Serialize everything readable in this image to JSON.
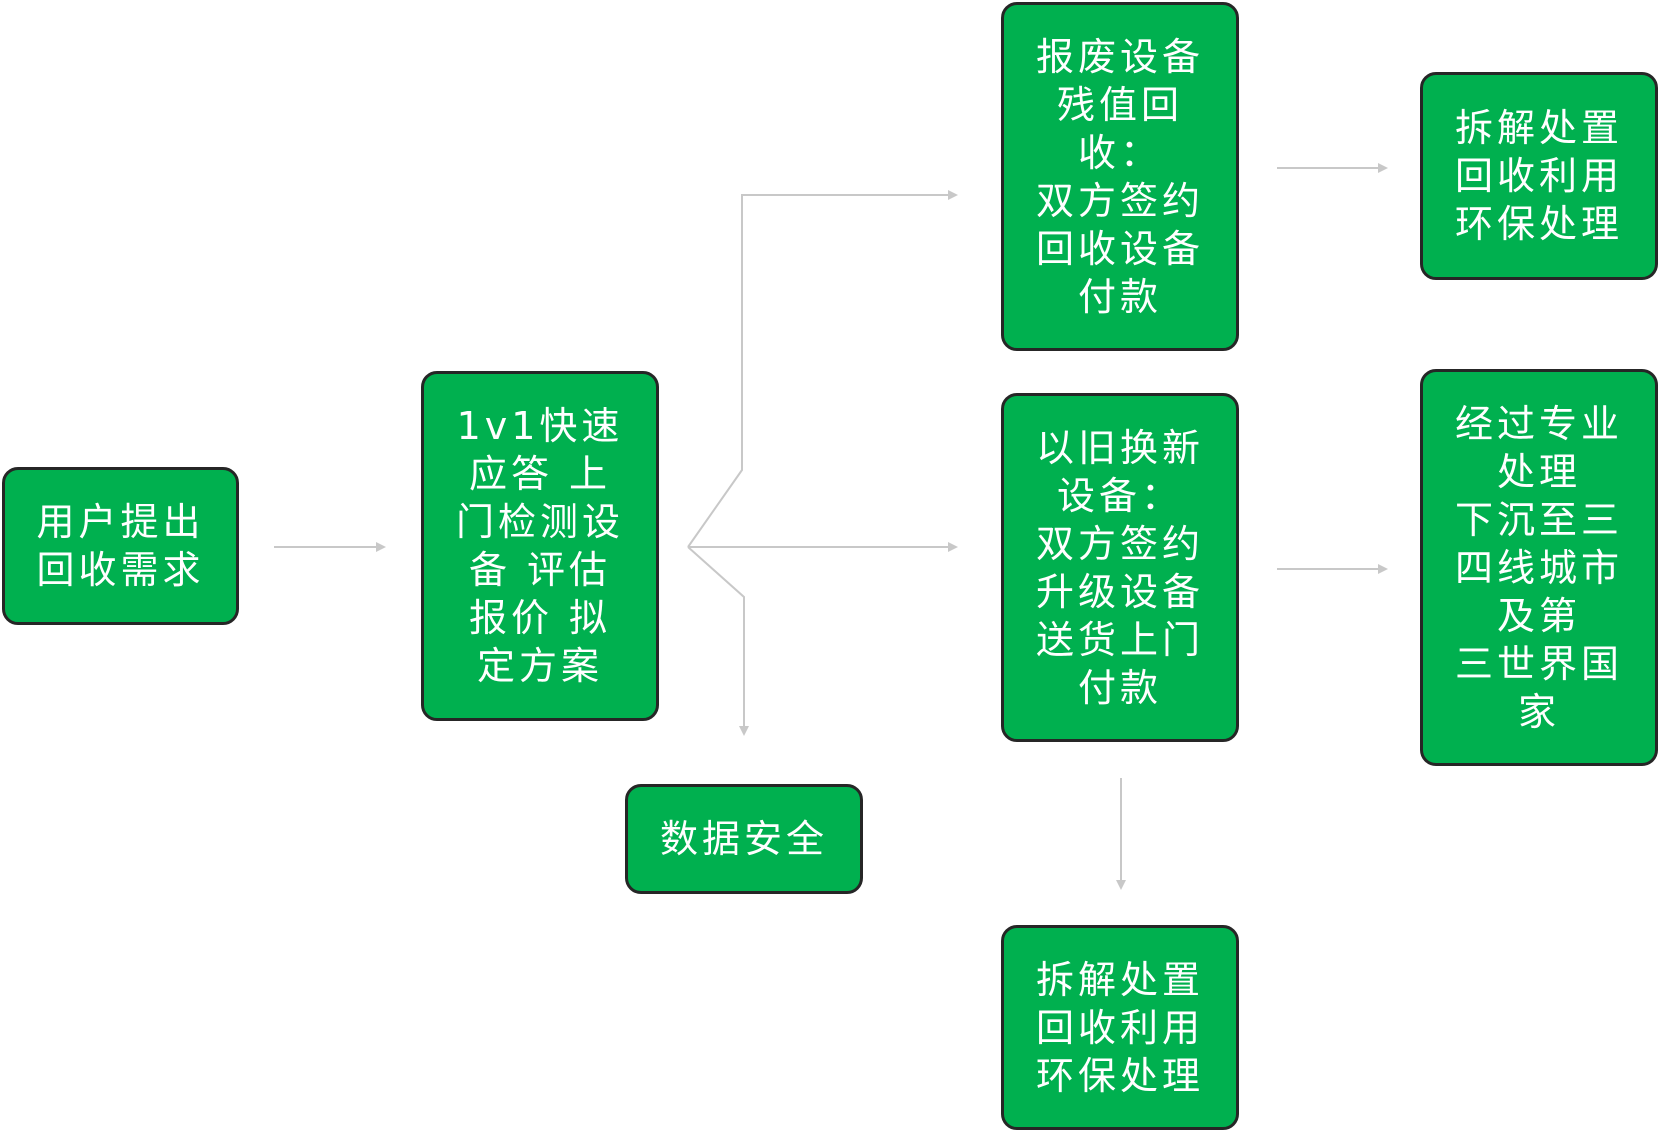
{
  "diagram": {
    "colors": {
      "node_fill": "#00b04f",
      "node_border": "#262626",
      "node_text": "#ffffff",
      "connector": "#c8c8c8"
    },
    "nodes": {
      "user_request": {
        "text": "用户提出\n回收需求"
      },
      "quick_response": {
        "text": "1v1快速\n应答 上\n门检测设\n备 评估\n报价 拟\n定方案"
      },
      "data_security": {
        "text": "数据安全"
      },
      "scrap_recycle": {
        "text": "报废设备\n残值回\n收：\n双方签约\n回收设备\n付款"
      },
      "trade_in": {
        "text": "以旧换新\n设备：\n双方签约\n升级设备\n送货上门\n付款"
      },
      "dismantle_top": {
        "text": "拆解处置\n回收利用\n环保处理"
      },
      "dismantle_bottom": {
        "text": "拆解处置\n回收利用\n环保处理"
      },
      "resale": {
        "text": "经过专业\n处理\n下沉至三\n四线城市\n及第\n三世界国\n家"
      }
    }
  }
}
